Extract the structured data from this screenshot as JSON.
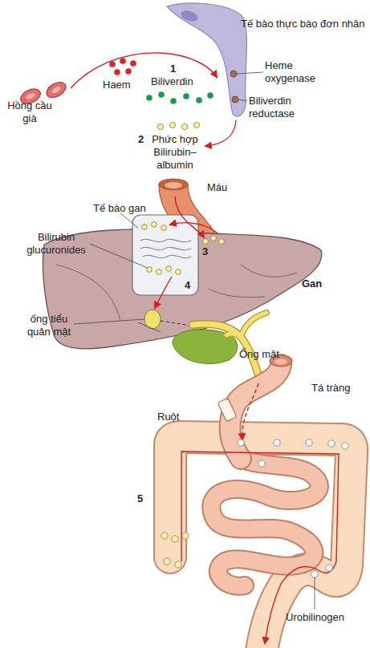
{
  "diagram": {
    "labels": [
      "Tế bào thực bào đơn nhân",
      "1",
      "Biliverdin",
      "Haem",
      "Heme oxygenase",
      "Hồng cầu già",
      "Biliverdin reductase",
      "2",
      "Phức hợp Bilirubin–albumin",
      "Máu",
      "Tế bào gan",
      "Bilirubin glucuronides",
      "3",
      "Gan",
      "4",
      "ống tiểu quản mật",
      "Ống mật",
      "Tá tràng",
      "Ruột",
      "5",
      "Urobilinogen"
    ]
  }
}
